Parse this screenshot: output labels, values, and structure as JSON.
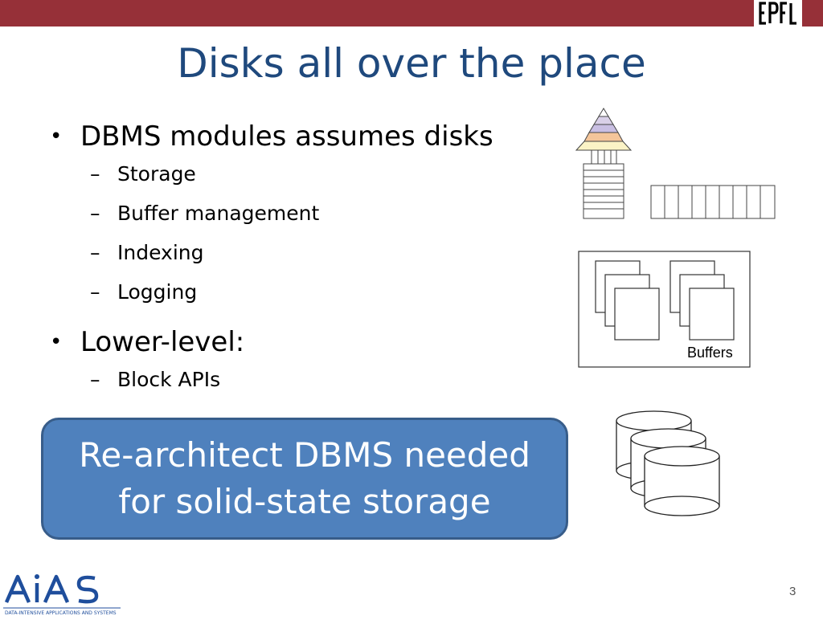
{
  "slide": {
    "title": "Disks all over the place",
    "bullets": [
      {
        "text": "DBMS modules assumes disks",
        "subitems": [
          "Storage",
          "Buffer management",
          "Indexing",
          "Logging"
        ]
      },
      {
        "text": "Lower-level:",
        "subitems": [
          "Block APIs"
        ]
      }
    ],
    "callout": {
      "line1": "Re-architect DBMS needed",
      "line2": "for solid-state storage"
    },
    "diagram": {
      "buffers_label": "Buffers"
    },
    "page_number": "3"
  },
  "branding": {
    "epfl_logo": "EPFL",
    "aias_logo": "AiAS",
    "aias_tagline": "Data-Intensive Applications and Systems"
  },
  "colors": {
    "top_bar": "#963038",
    "title": "#1f497d",
    "callout_fill": "#4f81bd",
    "callout_border": "#385d8a"
  }
}
